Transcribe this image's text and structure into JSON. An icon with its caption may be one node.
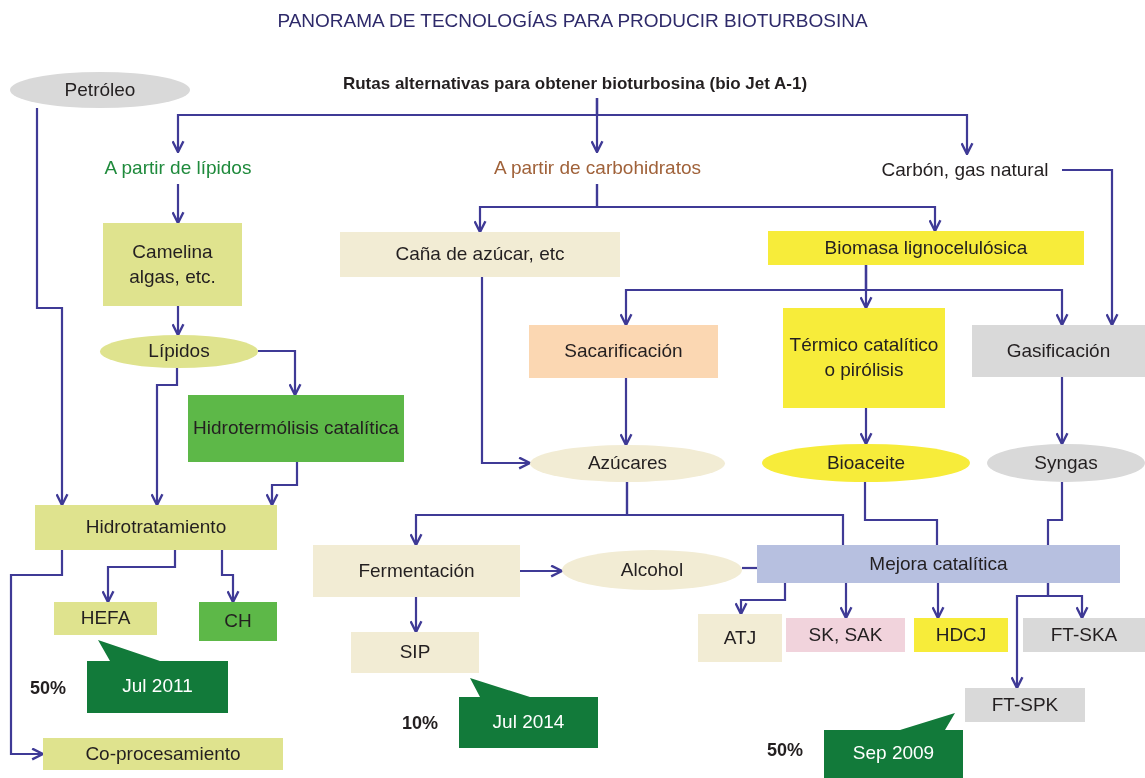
{
  "diagram": {
    "title": "PANORAMA DE TECNOLOGÍAS PARA PRODUCIR BIOTURBOSINA",
    "nodes": [
      {
        "text": [
          "Rutas alternativas para obtener bioturbosina (bio Jet A-1)"
        ]
      },
      {
        "text": [
          "Petróleo"
        ]
      },
      {
        "text": [
          "A partir de lípidos"
        ]
      },
      {
        "text": [
          "A partir de carbohidratos"
        ]
      },
      {
        "text": [
          "Carbón, gas natural"
        ]
      },
      {
        "text": [
          "Camelina algas, etc."
        ]
      },
      {
        "text": [
          "Caña de azúcar, etc"
        ]
      },
      {
        "text": [
          "Biomasa lignocelulósica"
        ]
      },
      {
        "text": [
          "Lípidos"
        ]
      },
      {
        "text": [
          "Sacarificación"
        ]
      },
      {
        "text": [
          "Térmico catalítico o pirólisis"
        ]
      },
      {
        "text": [
          "Gasificación"
        ]
      },
      {
        "text": [
          "Hidrotermólisis catalítica"
        ]
      },
      {
        "text": [
          "Azúcares"
        ]
      },
      {
        "text": [
          "Bioaceite"
        ]
      },
      {
        "text": [
          "Syngas"
        ]
      },
      {
        "text": [
          "Hidrotratamiento"
        ]
      },
      {
        "text": [
          "Fermentación"
        ]
      },
      {
        "text": [
          "Alcohol"
        ]
      },
      {
        "text": [
          "Mejora catalítica"
        ]
      },
      {
        "text": [
          "HEFA"
        ]
      },
      {
        "text": [
          "CH"
        ]
      },
      {
        "text": [
          "ATJ"
        ]
      },
      {
        "text": [
          "SK, SAK"
        ]
      },
      {
        "text": [
          "HDCJ"
        ]
      },
      {
        "text": [
          "FT-SKA"
        ]
      },
      {
        "text": [
          "SIP"
        ]
      },
      {
        "text": [
          "FT-SPK"
        ]
      },
      {
        "text": [
          "Jul 2011"
        ]
      },
      {
        "text": [
          "Co-procesamiento"
        ]
      },
      {
        "text": [
          "Jul 2014"
        ]
      },
      {
        "text": [
          "Sep 2009"
        ]
      }
    ],
    "edges": [
      {
        "from": 0,
        "to": 2,
        "arrow": "to"
      },
      {
        "from": 0,
        "to": 3,
        "arrow": "to"
      },
      {
        "from": 0,
        "to": 4,
        "arrow": "to"
      },
      {
        "from": 2,
        "to": 5,
        "arrow": "to"
      },
      {
        "from": 3,
        "to": 6,
        "arrow": "to"
      },
      {
        "from": 3,
        "to": 7,
        "arrow": "to"
      },
      {
        "from": 4,
        "to": 11,
        "arrow": "to"
      },
      {
        "from": 1,
        "to": 16,
        "arrow": "to"
      },
      {
        "from": 5,
        "to": 8,
        "arrow": "to"
      },
      {
        "from": 8,
        "to": 12,
        "arrow": "to"
      },
      {
        "from": 8,
        "to": 16,
        "arrow": "to"
      },
      {
        "from": 12,
        "to": 16,
        "arrow": "to"
      },
      {
        "from": 6,
        "to": 13,
        "arrow": "to"
      },
      {
        "from": 7,
        "to": 9,
        "arrow": "to"
      },
      {
        "from": 7,
        "to": 10,
        "arrow": "to"
      },
      {
        "from": 7,
        "to": 11,
        "arrow": "to"
      },
      {
        "from": 9,
        "to": 13,
        "arrow": "to"
      },
      {
        "from": 10,
        "to": 14,
        "arrow": "to"
      },
      {
        "from": 11,
        "to": 15,
        "arrow": "to"
      },
      {
        "from": 13,
        "to": 17,
        "arrow": "to"
      },
      {
        "from": 13,
        "to": 19,
        "arrow": "none"
      },
      {
        "from": 14,
        "to": 19,
        "arrow": "none"
      },
      {
        "from": 15,
        "to": 19,
        "arrow": "none"
      },
      {
        "from": 17,
        "to": 18,
        "arrow": "to"
      },
      {
        "from": 18,
        "to": 19,
        "arrow": "none"
      },
      {
        "from": 17,
        "to": 26,
        "arrow": "to"
      },
      {
        "from": 16,
        "to": 20,
        "arrow": "to"
      },
      {
        "from": 16,
        "to": 21,
        "arrow": "to"
      },
      {
        "from": 16,
        "to": 29,
        "arrow": "to"
      },
      {
        "from": 19,
        "to": 22,
        "arrow": "to"
      },
      {
        "from": 19,
        "to": 23,
        "arrow": "to"
      },
      {
        "from": 19,
        "to": 24,
        "arrow": "to"
      },
      {
        "from": 19,
        "to": 25,
        "arrow": "to"
      },
      {
        "from": 19,
        "to": 27,
        "arrow": "to"
      }
    ],
    "labels": [
      "50%",
      "10%",
      "50%"
    ]
  }
}
